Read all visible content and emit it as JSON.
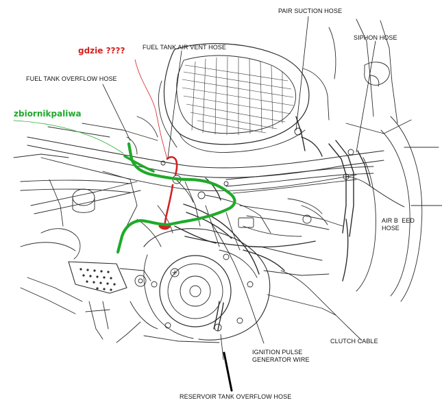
{
  "labels": {
    "pair_suction_hose": "PAIR SUCTION HOSE",
    "siphon_hose": "SIPHON HOSE",
    "fuel_tank_air_vent_hose": "FUEL TANK AIR VENT HOSE",
    "fuel_tank_overflow_hose": "FUEL TANK OVERFLOW HOSE",
    "air_bleed_hose_line1": "AIR B  EED",
    "air_bleed_hose_line2": "HOSE",
    "clutch_cable": "CLUTCH CABLE",
    "ignition_pulse_line1": "IGNITION PULSE",
    "ignition_pulse_line2": "GENERATOR WIRE",
    "reservoir_tank_overflow_hose": "RESERVOIR TANK OVERFLOW HOSE"
  },
  "annotations": {
    "question": "gdzie ????",
    "fuel_tank": "zbiornikpaliwa"
  },
  "colors": {
    "line_art": "#2b2b2b",
    "annotation_red": "#d42020",
    "annotation_green": "#1faa2a"
  }
}
